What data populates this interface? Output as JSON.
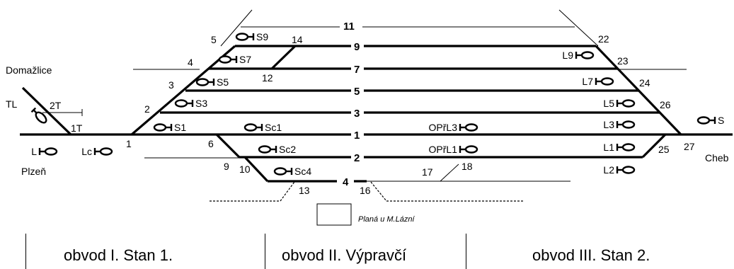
{
  "stations": {
    "domazlice": "Domažlice",
    "plzen": "Plzeň",
    "cheb": "Cheb",
    "plana": "Planá u M.Lázní"
  },
  "track_numbers": {
    "t11": "11",
    "t9": "9",
    "t7": "7",
    "t5": "5",
    "t3": "3",
    "t1": "1",
    "t2": "2",
    "t4": "4"
  },
  "switches": {
    "s1": "1",
    "s2": "2",
    "s3": "3",
    "s4": "4",
    "s5": "5",
    "s6": "6",
    "s9": "9",
    "s10": "10",
    "s12": "12",
    "s13": "13",
    "s14": "14",
    "s16": "16",
    "s17": "17",
    "s18": "18",
    "s22": "22",
    "s23": "23",
    "s24": "24",
    "s25": "25",
    "s26": "26",
    "s27": "27",
    "s1t": "1T",
    "s2t": "2T"
  },
  "signals": {
    "tl": "TL",
    "l": "L",
    "lc": "Lc",
    "s9": "S9",
    "s7": "S7",
    "s5": "S5",
    "s3": "S3",
    "s1": "S1",
    "sc1": "Sc1",
    "sc2": "Sc2",
    "sc4": "Sc4",
    "opl3": "OPřL3",
    "opl1": "OPřL1",
    "l9": "L9",
    "l7": "L7",
    "l5": "L5",
    "l3": "L3",
    "l1": "L1",
    "l2": "L2",
    "s": "S"
  },
  "sections": {
    "left": "obvod I. Stan 1.",
    "middle": "obvod II. Výpravčí",
    "right": "obvod III. Stan 2."
  }
}
